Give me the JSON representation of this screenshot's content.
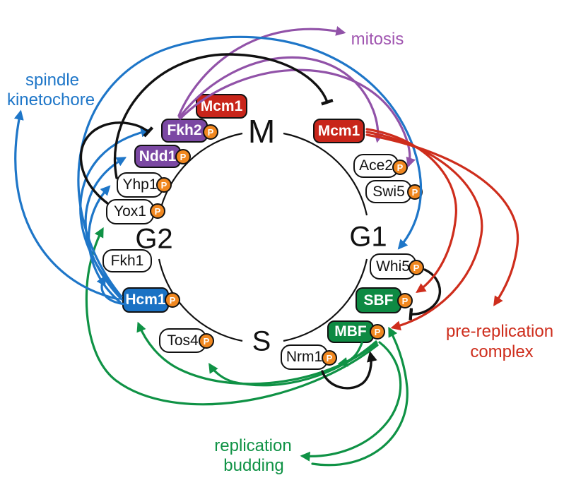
{
  "diagram": {
    "phases": {
      "m": "M",
      "g1": "G1",
      "s": "S",
      "g2": "G2"
    },
    "phospho_badge": "P",
    "nodes": {
      "mcm1_m": {
        "label": "Mcm1",
        "phospho": false,
        "fill": "#C8251A"
      },
      "fkh2": {
        "label": "Fkh2",
        "phospho": true,
        "fill": "#7B48A3"
      },
      "ndd1": {
        "label": "Ndd1",
        "phospho": true,
        "fill": "#7B48A3"
      },
      "yhp1": {
        "label": "Yhp1",
        "phospho": true,
        "fill": "#FFFFFF"
      },
      "yox1": {
        "label": "Yox1",
        "phospho": true,
        "fill": "#FFFFFF"
      },
      "fkh1": {
        "label": "Fkh1",
        "phospho": false,
        "fill": "#FFFFFF"
      },
      "hcm1": {
        "label": "Hcm1",
        "phospho": true,
        "fill": "#1A72C4"
      },
      "tos4": {
        "label": "Tos4",
        "phospho": true,
        "fill": "#FFFFFF"
      },
      "mcm1_g1": {
        "label": "Mcm1",
        "phospho": false,
        "fill": "#C8251A"
      },
      "ace2": {
        "label": "Ace2",
        "phospho": true,
        "fill": "#FFFFFF"
      },
      "swi5": {
        "label": "Swi5",
        "phospho": true,
        "fill": "#FFFFFF"
      },
      "whi5": {
        "label": "Whi5",
        "phospho": true,
        "fill": "#FFFFFF"
      },
      "sbf": {
        "label": "SBF",
        "phospho": true,
        "fill": "#0E8A43"
      },
      "mbf": {
        "label": "MBF",
        "phospho": true,
        "fill": "#0E8A43"
      },
      "nrm1": {
        "label": "Nrm1",
        "phospho": true,
        "fill": "#FFFFFF"
      }
    },
    "annotations": {
      "spindle_kinetochore": {
        "line1": "spindle",
        "line2": "kinetochore",
        "color": "#1E76C8"
      },
      "mitosis": {
        "text": "mitosis",
        "color": "#A055B0"
      },
      "pre_replication": {
        "line1": "pre-replication",
        "line2": "complex",
        "color": "#CE2D1C"
      },
      "replication_budding": {
        "line1": "replication",
        "line2": "budding",
        "color": "#0F9245"
      }
    },
    "colors": {
      "blue_arrow": "#1E76C8",
      "purple_arrow": "#9152A8",
      "red_arrow": "#CE2D1C",
      "green_arrow": "#0F9245",
      "black_arrow": "#111111",
      "phospho_orange": "#F0871F"
    },
    "edges": [
      {
        "from": "Hcm1",
        "to": "spindle kinetochore",
        "color": "blue",
        "head": "arrow"
      },
      {
        "from": "Hcm1",
        "to": "Whi5",
        "color": "blue",
        "head": "arrow"
      },
      {
        "from": "Hcm1",
        "to": "Fkh2",
        "color": "blue",
        "head": "arrow"
      },
      {
        "from": "Hcm1",
        "to": "Ndd1",
        "color": "blue",
        "head": "arrow"
      },
      {
        "from": "Hcm1",
        "to": "Yhp1",
        "color": "blue",
        "head": "arrow"
      },
      {
        "from": "Hcm1",
        "to": "Fkh1",
        "color": "blue",
        "head": "arrow"
      },
      {
        "from": "Fkh2",
        "to": "mitosis",
        "color": "purple",
        "head": "arrow"
      },
      {
        "from": "Fkh2",
        "to": "Ace2",
        "color": "purple",
        "head": "arrow"
      },
      {
        "from": "Fkh2",
        "to": "Swi5",
        "color": "purple",
        "head": "arrow"
      },
      {
        "from": "Yhp1",
        "to": "Mcm1",
        "color": "black",
        "head": "bar"
      },
      {
        "from": "Yox1",
        "to": "Fkh2",
        "color": "black",
        "head": "bar"
      },
      {
        "from": "Whi5",
        "to": "SBF",
        "color": "black",
        "head": "bar"
      },
      {
        "from": "Nrm1",
        "to": "MBF",
        "color": "black",
        "head": "arrow"
      },
      {
        "from": "Mcm1",
        "to": "SBF",
        "color": "red",
        "head": "arrow"
      },
      {
        "from": "Mcm1",
        "to": "MBF",
        "color": "red",
        "head": "arrow"
      },
      {
        "from": "Mcm1",
        "to": "pre-replication complex",
        "color": "red",
        "head": "arrow"
      },
      {
        "from": "MBF",
        "to": "Nrm1",
        "color": "green",
        "head": "arrow"
      },
      {
        "from": "MBF",
        "to": "Tos4",
        "color": "green",
        "head": "arrow"
      },
      {
        "from": "MBF",
        "to": "Hcm1",
        "color": "green",
        "head": "arrow"
      },
      {
        "from": "MBF",
        "to": "Yox1",
        "color": "green",
        "head": "arrow"
      },
      {
        "from": "MBF",
        "to": "replication budding",
        "color": "green",
        "head": "arrow"
      },
      {
        "from": "replication budding",
        "to": "MBF",
        "color": "green",
        "head": "arrow"
      }
    ]
  }
}
